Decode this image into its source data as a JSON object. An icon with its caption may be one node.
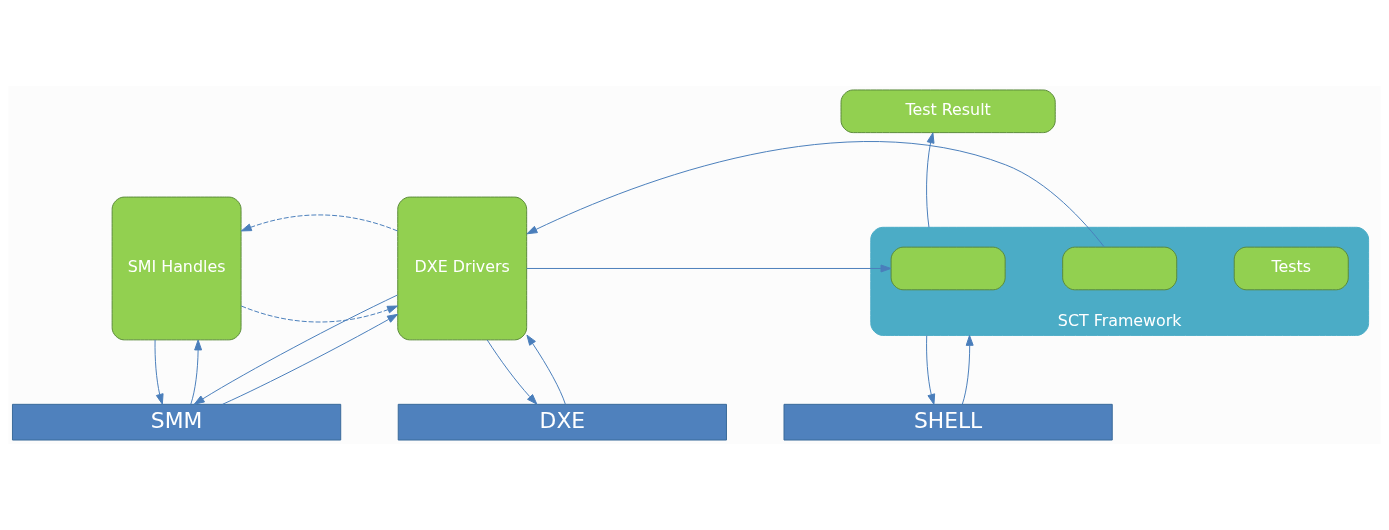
{
  "diagram": {
    "nodes": [
      {
        "text": [
          "SMI Handles"
        ]
      },
      {
        "text": [
          "DXE Drivers"
        ]
      },
      {
        "text": [
          "SCT Framework"
        ]
      },
      {
        "text": [],
        "shape": "box",
        "in": 2
      },
      {
        "text": [],
        "shape": "box",
        "in": 2
      },
      {
        "text": [
          "Tests"
        ],
        "in": 2
      },
      {
        "text": [
          "Test Result"
        ]
      },
      {
        "text": [
          "SMM"
        ]
      },
      {
        "text": [
          "DXE"
        ]
      },
      {
        "text": [
          "SHELL"
        ]
      }
    ],
    "edges": [
      {
        "from": 0,
        "to": 1,
        "arrow": "to",
        "style": "dashed"
      },
      {
        "from": 1,
        "to": 0,
        "arrow": "to",
        "style": "dashed"
      },
      {
        "from": 1,
        "to": 3,
        "arrow": "to"
      },
      {
        "from": 4,
        "to": 1,
        "arrow": "to"
      },
      {
        "from": 2,
        "to": 6,
        "arrow": "to"
      },
      {
        "from": 0,
        "to": 7,
        "arrow": "to"
      },
      {
        "from": 7,
        "to": 0,
        "arrow": "to"
      },
      {
        "from": 1,
        "to": 7,
        "arrow": "to"
      },
      {
        "from": 7,
        "to": 1,
        "arrow": "to"
      },
      {
        "from": 1,
        "to": 8,
        "arrow": "to"
      },
      {
        "from": 8,
        "to": 1,
        "arrow": "to"
      },
      {
        "from": 2,
        "to": 9,
        "arrow": "to"
      },
      {
        "from": 9,
        "to": 2,
        "arrow": "to"
      }
    ]
  }
}
